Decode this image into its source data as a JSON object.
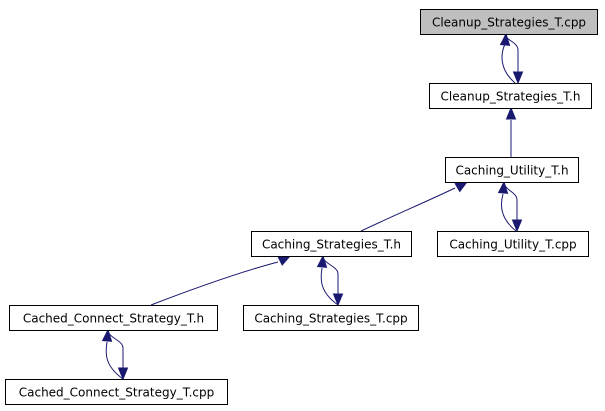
{
  "diagram": {
    "type": "include-dependency-graph",
    "colors": {
      "edge": "#191970",
      "highlight_fill": "#bfbfbf",
      "node_fill": "#ffffff",
      "node_stroke": "#000000"
    },
    "nodes": [
      {
        "id": "cleanup_strategies_cpp",
        "label": "Cleanup_Strategies_T.cpp",
        "highlight": true
      },
      {
        "id": "cleanup_strategies_h",
        "label": "Cleanup_Strategies_T.h",
        "highlight": false
      },
      {
        "id": "caching_utility_h",
        "label": "Caching_Utility_T.h",
        "highlight": false
      },
      {
        "id": "caching_strategies_h",
        "label": "Caching_Strategies_T.h",
        "highlight": false
      },
      {
        "id": "caching_utility_cpp",
        "label": "Caching_Utility_T.cpp",
        "highlight": false
      },
      {
        "id": "cached_connect_h",
        "label": "Cached_Connect_Strategy_T.h",
        "highlight": false
      },
      {
        "id": "caching_strategies_cpp",
        "label": "Caching_Strategies_T.cpp",
        "highlight": false
      },
      {
        "id": "cached_connect_cpp",
        "label": "Cached_Connect_Strategy_T.cpp",
        "highlight": false
      }
    ],
    "edges": [
      {
        "from": "cleanup_strategies_h",
        "to": "cleanup_strategies_cpp"
      },
      {
        "from": "cleanup_strategies_cpp",
        "to": "cleanup_strategies_h"
      },
      {
        "from": "caching_utility_h",
        "to": "cleanup_strategies_h"
      },
      {
        "from": "caching_strategies_h",
        "to": "caching_utility_h"
      },
      {
        "from": "caching_utility_cpp",
        "to": "caching_utility_h"
      },
      {
        "from": "caching_utility_h",
        "to": "caching_utility_cpp"
      },
      {
        "from": "cached_connect_h",
        "to": "caching_strategies_h"
      },
      {
        "from": "caching_strategies_cpp",
        "to": "caching_strategies_h"
      },
      {
        "from": "caching_strategies_h",
        "to": "caching_strategies_cpp"
      },
      {
        "from": "cached_connect_cpp",
        "to": "cached_connect_h"
      },
      {
        "from": "cached_connect_h",
        "to": "cached_connect_cpp"
      }
    ]
  }
}
